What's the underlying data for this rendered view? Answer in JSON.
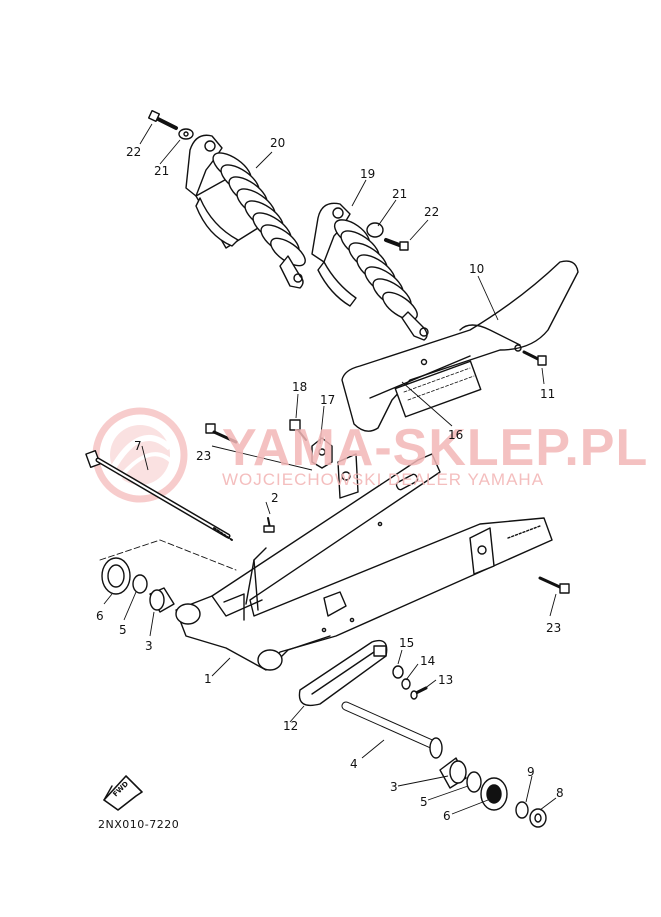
{
  "watermark": {
    "title": "YAMA-SKLEP.PL",
    "subtitle": "WOJCIECHOWSKI DEALER YAMAHA"
  },
  "diagram_code": "2NX010-7220",
  "fwd_label": "FWD",
  "callouts": [
    {
      "id": "c22a",
      "text": "22"
    },
    {
      "id": "c21a",
      "text": "21"
    },
    {
      "id": "c20",
      "text": "20"
    },
    {
      "id": "c19",
      "text": "19"
    },
    {
      "id": "c21b",
      "text": "21"
    },
    {
      "id": "c22b",
      "text": "22"
    },
    {
      "id": "c10",
      "text": "10"
    },
    {
      "id": "c11",
      "text": "11"
    },
    {
      "id": "c18",
      "text": "18"
    },
    {
      "id": "c17",
      "text": "17"
    },
    {
      "id": "c16",
      "text": "16"
    },
    {
      "id": "c7",
      "text": "7"
    },
    {
      "id": "c23a",
      "text": "23"
    },
    {
      "id": "c2",
      "text": "2"
    },
    {
      "id": "c6a",
      "text": "6"
    },
    {
      "id": "c5a",
      "text": "5"
    },
    {
      "id": "c3a",
      "text": "3"
    },
    {
      "id": "c23b",
      "text": "23"
    },
    {
      "id": "c15",
      "text": "15"
    },
    {
      "id": "c14",
      "text": "14"
    },
    {
      "id": "c13",
      "text": "13"
    },
    {
      "id": "c1",
      "text": "1"
    },
    {
      "id": "c12",
      "text": "12"
    },
    {
      "id": "c4",
      "text": "4"
    },
    {
      "id": "c9",
      "text": "9"
    },
    {
      "id": "c8",
      "text": "8"
    },
    {
      "id": "c3b",
      "text": "3"
    },
    {
      "id": "c5b",
      "text": "5"
    },
    {
      "id": "c6b",
      "text": "6"
    }
  ]
}
